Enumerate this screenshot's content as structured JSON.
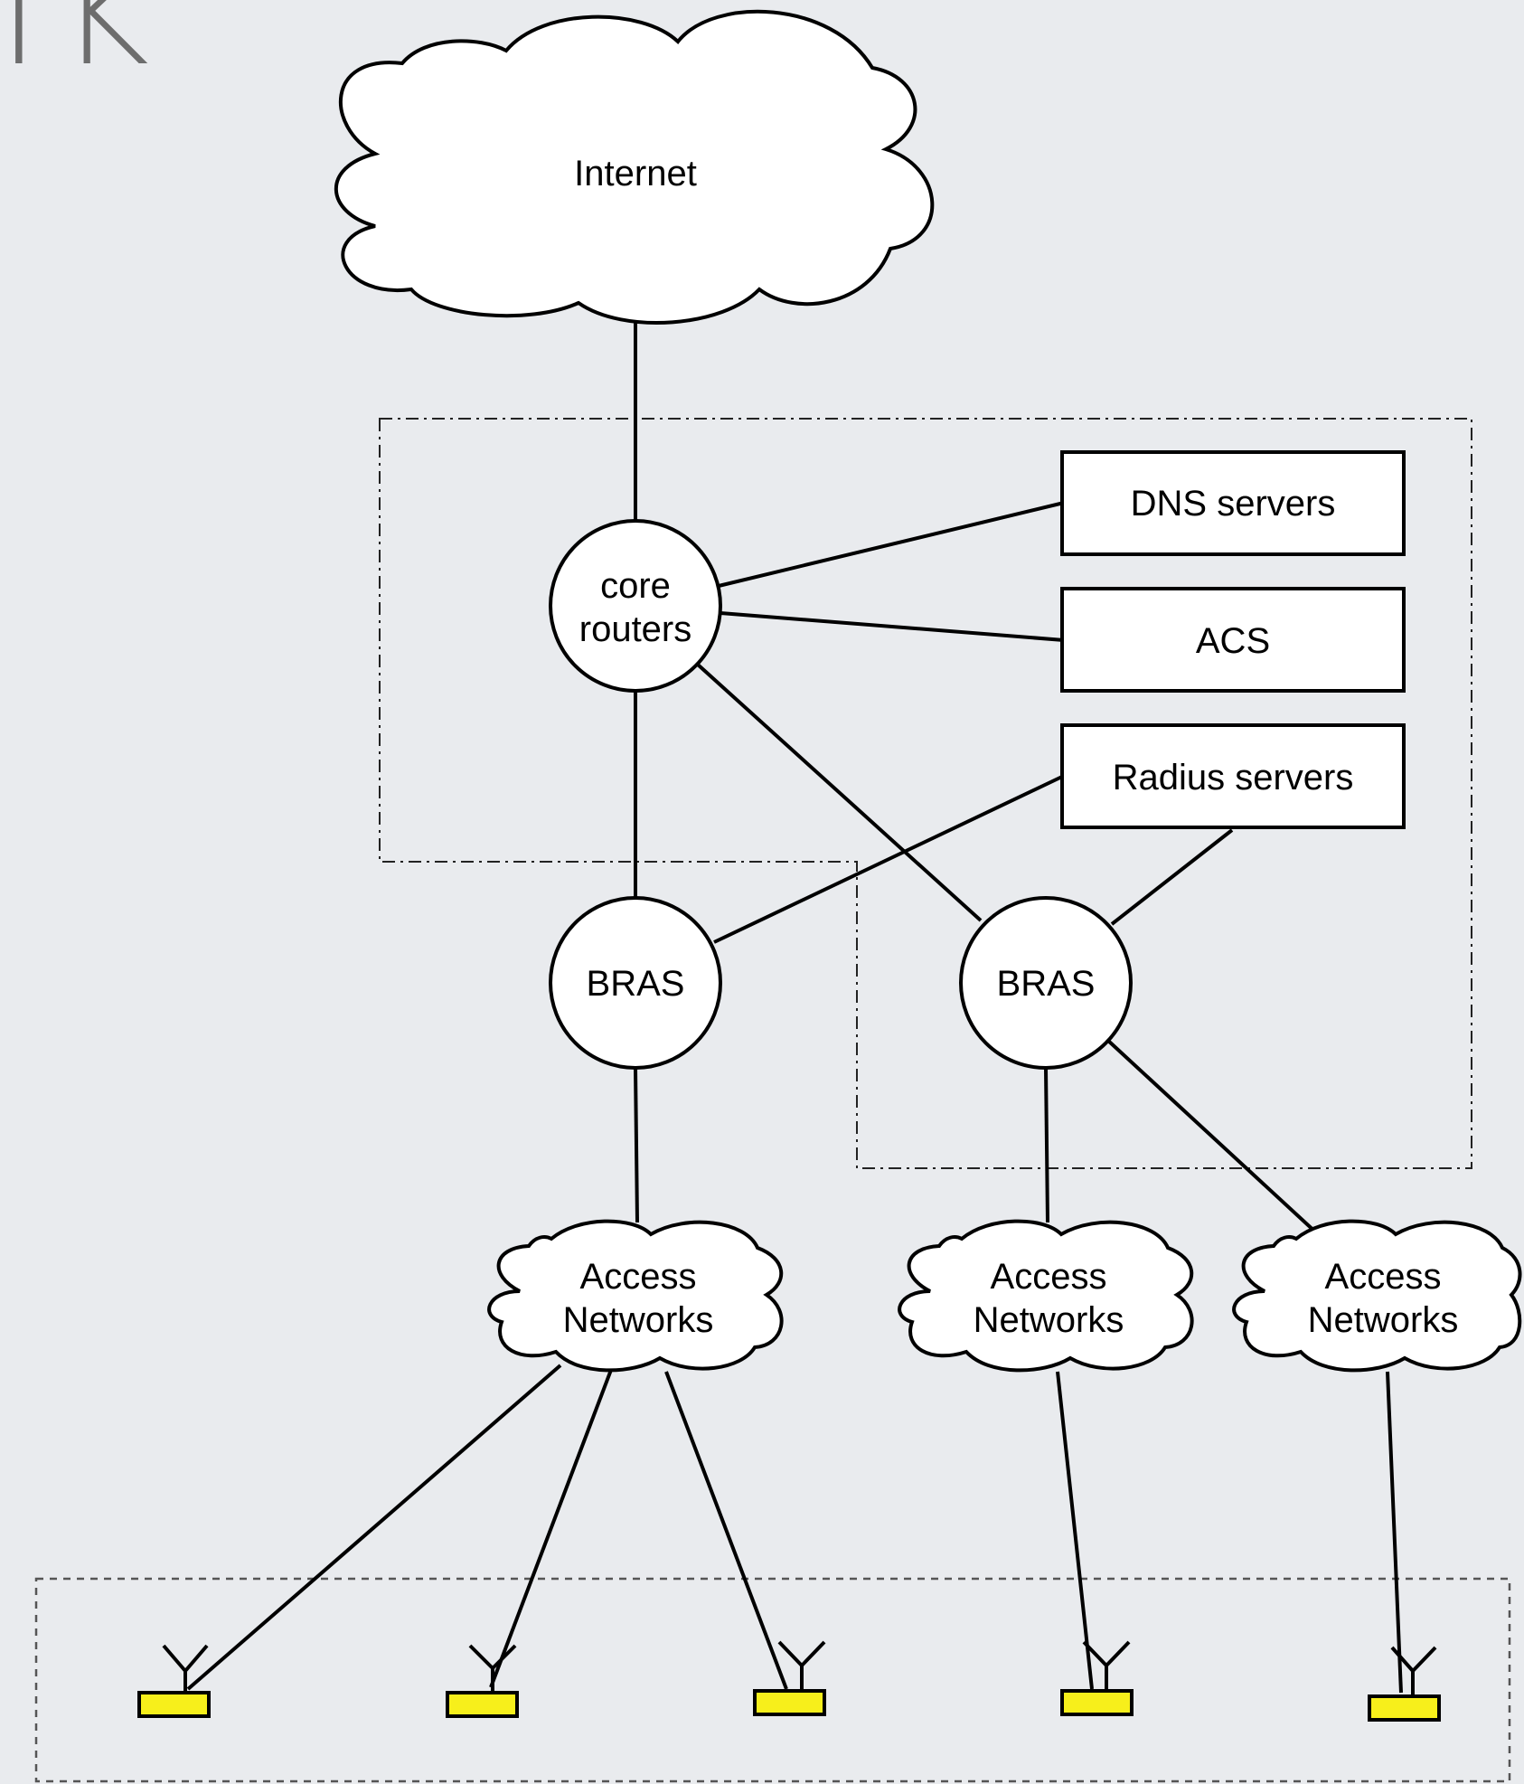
{
  "title_fragment": "TK",
  "colors": {
    "background": "#e9ebee",
    "stroke": "#000000",
    "fill": "#ffffff",
    "device_fill": "#f7ef1b",
    "boundary": "#222222",
    "title": "#6d6d6d"
  },
  "nodes": {
    "internet": {
      "label": "Internet"
    },
    "core_routers": {
      "line1": "core",
      "line2": "routers"
    },
    "dns_servers": {
      "label": "DNS servers"
    },
    "acs": {
      "label": "ACS"
    },
    "radius_servers": {
      "label": "Radius servers"
    },
    "bras_left": {
      "label": "BRAS"
    },
    "bras_right": {
      "label": "BRAS"
    },
    "access_network_1": {
      "line1": "Access",
      "line2": "Networks"
    },
    "access_network_2": {
      "line1": "Access",
      "line2": "Networks"
    },
    "access_network_3": {
      "line1": "Access",
      "line2": "Networks"
    }
  },
  "devices": [
    {
      "icon": "cpe-antenna-icon"
    },
    {
      "icon": "cpe-antenna-icon"
    },
    {
      "icon": "cpe-antenna-icon"
    },
    {
      "icon": "cpe-antenna-icon"
    },
    {
      "icon": "cpe-antenna-icon"
    }
  ]
}
